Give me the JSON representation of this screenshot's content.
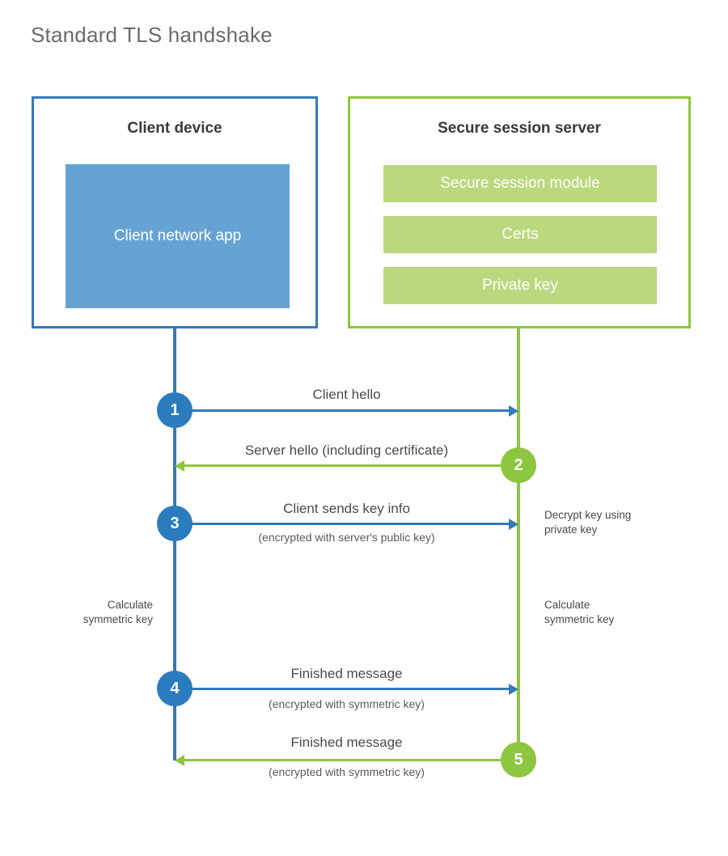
{
  "title": "Standard TLS handshake",
  "colors": {
    "client_accent": "#3579B8",
    "client_circle": "#2B7CBF",
    "client_app_fill": "#66A3D2",
    "server_accent": "#8DC63F",
    "server_module_fill": "#BAD87E",
    "title_text": "#6B6B6B"
  },
  "client": {
    "title": "Client device",
    "app_label": "Client network app"
  },
  "server": {
    "title": "Secure session server",
    "modules": [
      {
        "label": "Secure session module"
      },
      {
        "label": "Certs"
      },
      {
        "label": "Private key"
      }
    ]
  },
  "steps": [
    {
      "number": "1",
      "label": "Client hello",
      "sublabel": "",
      "direction": "client-to-server",
      "color": "blue"
    },
    {
      "number": "2",
      "label": "Server hello (including certificate)",
      "sublabel": "",
      "direction": "server-to-client",
      "color": "green"
    },
    {
      "number": "3",
      "label": "Client sends key info",
      "sublabel": "(encrypted with server's public key)",
      "direction": "client-to-server",
      "color": "blue"
    },
    {
      "number": "4",
      "label": "Finished message",
      "sublabel": "(encrypted with symmetric key)",
      "direction": "client-to-server",
      "color": "blue"
    },
    {
      "number": "5",
      "label": "Finished message",
      "sublabel": "(encrypted with symmetric key)",
      "direction": "server-to-client",
      "color": "green"
    }
  ],
  "notes": {
    "server_decrypt": "Decrypt key using\nprivate key",
    "server_decrypt_line1": "Decrypt key using",
    "server_decrypt_line2": "private key",
    "client_calc_line1": "Calculate",
    "client_calc_line2": "symmetric key",
    "server_calc_line1": "Calculate",
    "server_calc_line2": "symmetric key"
  }
}
